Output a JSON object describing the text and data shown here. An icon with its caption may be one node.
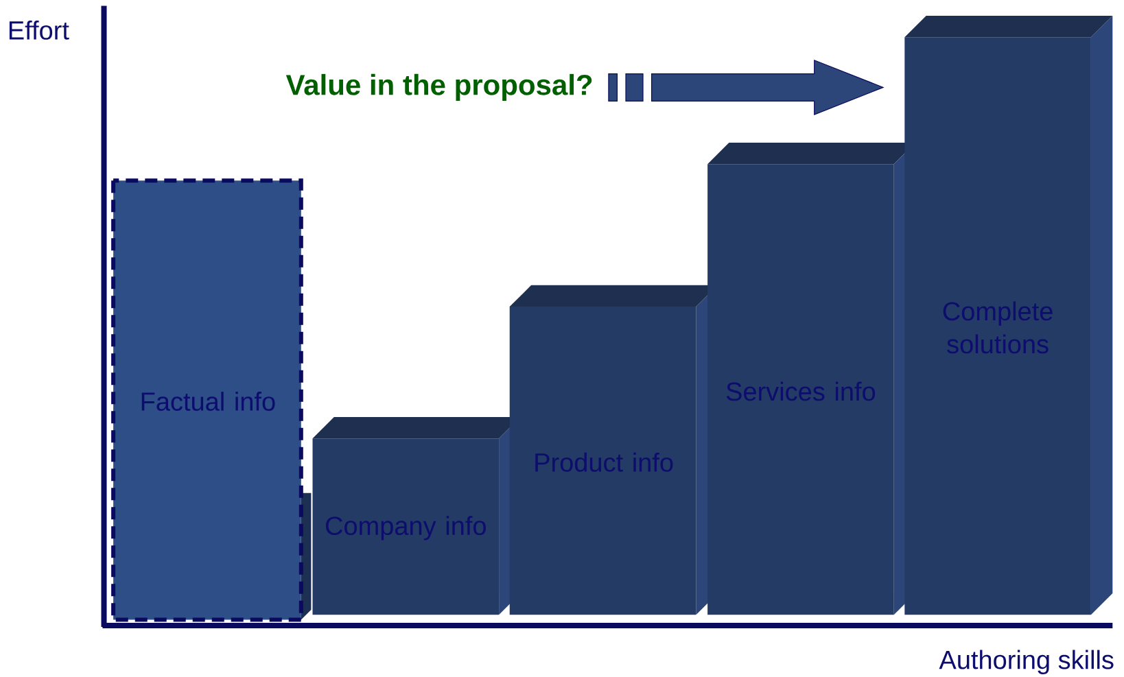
{
  "diagram": {
    "nodes": [
      {
        "text": [
          "Factual info"
        ]
      },
      {
        "text": [
          "Company info"
        ]
      },
      {
        "text": [
          "Product info"
        ]
      },
      {
        "text": [
          "Services info"
        ]
      },
      {
        "text": [
          "Complete solutions"
        ]
      }
    ],
    "labels": [
      "Effort",
      "Value in the proposal?",
      "Authoring skills"
    ]
  }
}
